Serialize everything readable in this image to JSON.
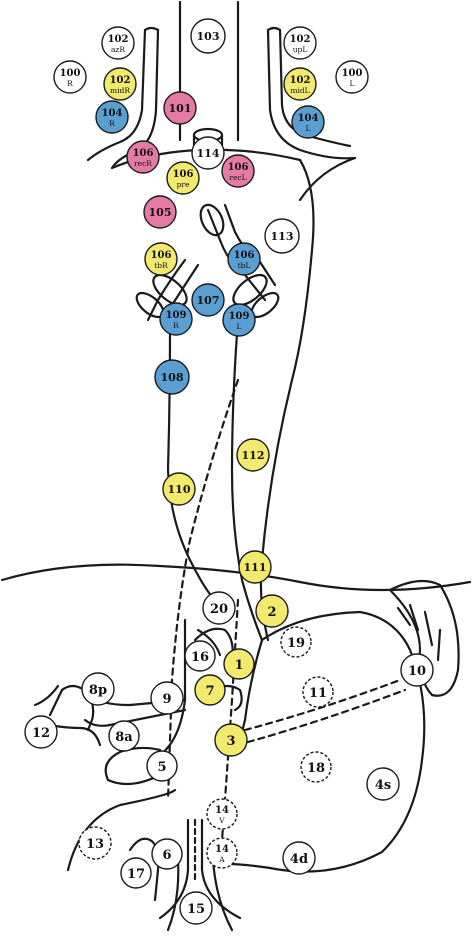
{
  "colors": {
    "yellow": "#f2ea6e",
    "pink": "#e57aa4",
    "blue": "#5a9fd2",
    "white": "#ffffff",
    "line": "#1a1a1a"
  },
  "nodes": [
    {
      "id": "n103",
      "num": "103",
      "sub": "",
      "color": "white"
    },
    {
      "id": "n102azR",
      "num": "102",
      "sub": "azR",
      "color": "white"
    },
    {
      "id": "n102upL",
      "num": "102",
      "sub": "upL",
      "color": "white"
    },
    {
      "id": "n100R",
      "num": "100",
      "sub": "R",
      "color": "white"
    },
    {
      "id": "n100L",
      "num": "100",
      "sub": "L",
      "color": "white"
    },
    {
      "id": "n102midR",
      "num": "102",
      "sub": "midR",
      "color": "yellow"
    },
    {
      "id": "n102midL",
      "num": "102",
      "sub": "midL",
      "color": "yellow"
    },
    {
      "id": "n101",
      "num": "101",
      "sub": "",
      "color": "pink"
    },
    {
      "id": "n104R",
      "num": "104",
      "sub": "R",
      "color": "blue"
    },
    {
      "id": "n104L",
      "num": "104",
      "sub": "L",
      "color": "blue"
    },
    {
      "id": "n114",
      "num": "114",
      "sub": "",
      "color": "white"
    },
    {
      "id": "n106recR",
      "num": "106",
      "sub": "recR",
      "color": "pink"
    },
    {
      "id": "n106recL",
      "num": "106",
      "sub": "recL",
      "color": "pink"
    },
    {
      "id": "n106pre",
      "num": "106",
      "sub": "pre",
      "color": "yellow"
    },
    {
      "id": "n105",
      "num": "105",
      "sub": "",
      "color": "pink"
    },
    {
      "id": "n113",
      "num": "113",
      "sub": "",
      "color": "white"
    },
    {
      "id": "n106tbR",
      "num": "106",
      "sub": "tbR",
      "color": "yellow"
    },
    {
      "id": "n106tbL",
      "num": "106",
      "sub": "tbL",
      "color": "blue"
    },
    {
      "id": "n107",
      "num": "107",
      "sub": "",
      "color": "blue"
    },
    {
      "id": "n109R",
      "num": "109",
      "sub": "R",
      "color": "blue"
    },
    {
      "id": "n109L",
      "num": "109",
      "sub": "L",
      "color": "blue"
    },
    {
      "id": "n108",
      "num": "108",
      "sub": "",
      "color": "blue"
    },
    {
      "id": "n112",
      "num": "112",
      "sub": "",
      "color": "yellow"
    },
    {
      "id": "n110",
      "num": "110",
      "sub": "",
      "color": "yellow"
    },
    {
      "id": "n111",
      "num": "111",
      "sub": "",
      "color": "yellow"
    },
    {
      "id": "n20",
      "num": "20",
      "sub": "",
      "color": "white"
    },
    {
      "id": "n2",
      "num": "2",
      "sub": "",
      "color": "yellow"
    },
    {
      "id": "n19",
      "num": "19",
      "sub": "",
      "color": "white",
      "dashed": true
    },
    {
      "id": "n16",
      "num": "16",
      "sub": "",
      "color": "white"
    },
    {
      "id": "n1",
      "num": "1",
      "sub": "",
      "color": "yellow"
    },
    {
      "id": "n10",
      "num": "10",
      "sub": "",
      "color": "white"
    },
    {
      "id": "n7",
      "num": "7",
      "sub": "",
      "color": "yellow"
    },
    {
      "id": "n9",
      "num": "9",
      "sub": "",
      "color": "white"
    },
    {
      "id": "n11",
      "num": "11",
      "sub": "",
      "color": "white",
      "dashed": true
    },
    {
      "id": "n8p",
      "num": "8p",
      "sub": "",
      "color": "white"
    },
    {
      "id": "n8a",
      "num": "8a",
      "sub": "",
      "color": "white"
    },
    {
      "id": "n12",
      "num": "12",
      "sub": "",
      "color": "white"
    },
    {
      "id": "n3",
      "num": "3",
      "sub": "",
      "color": "yellow"
    },
    {
      "id": "n5",
      "num": "5",
      "sub": "",
      "color": "white"
    },
    {
      "id": "n18",
      "num": "18",
      "sub": "",
      "color": "white",
      "dashed": true
    },
    {
      "id": "n4s",
      "num": "4s",
      "sub": "",
      "color": "white"
    },
    {
      "id": "n14V",
      "num": "14",
      "sub": "V",
      "color": "white",
      "dashed": true
    },
    {
      "id": "n13",
      "num": "13",
      "sub": "",
      "color": "white",
      "dashed": true
    },
    {
      "id": "n6",
      "num": "6",
      "sub": "",
      "color": "white"
    },
    {
      "id": "n14A",
      "num": "14",
      "sub": "A",
      "color": "white",
      "dashed": true
    },
    {
      "id": "n4d",
      "num": "4d",
      "sub": "",
      "color": "white"
    },
    {
      "id": "n17",
      "num": "17",
      "sub": "",
      "color": "white"
    },
    {
      "id": "n15",
      "num": "15",
      "sub": "",
      "color": "white"
    }
  ]
}
